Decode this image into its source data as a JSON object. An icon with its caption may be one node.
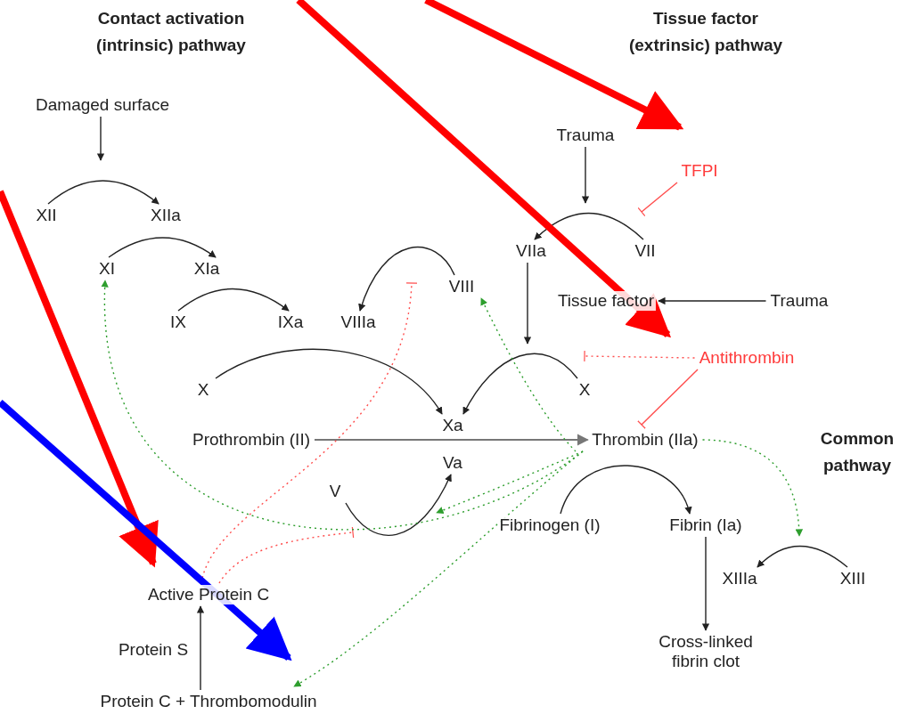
{
  "diagram": {
    "nodes": [
      {
        "text": [
          "Damaged surface"
        ]
      },
      {
        "text": [
          "XII"
        ]
      },
      {
        "text": [
          "XIIa"
        ]
      },
      {
        "text": [
          "XI"
        ]
      },
      {
        "text": [
          "XIa"
        ]
      },
      {
        "text": [
          "IX"
        ]
      },
      {
        "text": [
          "IXa"
        ]
      },
      {
        "text": [
          "VIIIa"
        ]
      },
      {
        "text": [
          "VIII"
        ]
      },
      {
        "text": [
          "Trauma"
        ]
      },
      {
        "text": [
          "TFPI"
        ]
      },
      {
        "text": [
          "VIIa"
        ]
      },
      {
        "text": [
          "VII"
        ]
      },
      {
        "text": [
          "Tissue factor"
        ]
      },
      {
        "text": [
          "Trauma"
        ]
      },
      {
        "text": [
          "Antithrombin"
        ]
      },
      {
        "text": [
          "X"
        ]
      },
      {
        "text": [
          "X"
        ]
      },
      {
        "text": [
          "Xa"
        ]
      },
      {
        "text": [
          "Prothrombin (II)"
        ]
      },
      {
        "text": [
          "Thrombin (IIa)"
        ]
      },
      {
        "text": [
          "Va"
        ]
      },
      {
        "text": [
          "V"
        ]
      },
      {
        "text": [
          "Fibrinogen (I)"
        ]
      },
      {
        "text": [
          "Fibrin (Ia)"
        ]
      },
      {
        "text": [
          "XIIIa"
        ]
      },
      {
        "text": [
          "XIII"
        ]
      },
      {
        "text": [
          "Cross-linked fibrin clot"
        ]
      },
      {
        "text": [
          "Active Protein C"
        ]
      },
      {
        "text": [
          "Protein C + Thrombomodulin"
        ]
      }
    ],
    "edges": [
      {
        "from": 0,
        "to": null,
        "arrow": "to"
      },
      {
        "from": 1,
        "to": 2,
        "arrow": "to"
      },
      {
        "from": 3,
        "to": 4,
        "arrow": "to"
      },
      {
        "from": 5,
        "to": 6,
        "arrow": "to"
      },
      {
        "from": 8,
        "to": 7,
        "arrow": "to"
      },
      {
        "from": 9,
        "to": null,
        "arrow": "to"
      },
      {
        "from": 12,
        "to": 11,
        "arrow": "to"
      },
      {
        "from": 10,
        "to": null,
        "arrow": "other",
        "color": "#ff4d4d"
      },
      {
        "from": 14,
        "to": 13,
        "arrow": "to"
      },
      {
        "from": 11,
        "to": null,
        "arrow": "to"
      },
      {
        "from": 15,
        "to": null,
        "arrow": "other",
        "style": "dashed",
        "color": "#ff4d4d"
      },
      {
        "from": 15,
        "to": 20,
        "arrow": "other",
        "color": "#ff4d4d"
      },
      {
        "from": 16,
        "to": 18,
        "arrow": "to"
      },
      {
        "from": 17,
        "to": 18,
        "arrow": "to"
      },
      {
        "from": 19,
        "to": 20,
        "arrow": "to",
        "color": "#777777"
      },
      {
        "from": 22,
        "to": 21,
        "arrow": "to"
      },
      {
        "from": 23,
        "to": 24,
        "arrow": "to"
      },
      {
        "from": 24,
        "to": 27,
        "arrow": "to"
      },
      {
        "from": 26,
        "to": 25,
        "arrow": "to"
      },
      {
        "from": 29,
        "to": 28,
        "arrow": "to"
      },
      {
        "from": 28,
        "to": null,
        "arrow": "other",
        "style": "dashed",
        "color": "#ff4d4d"
      },
      {
        "from": 28,
        "to": null,
        "arrow": "other",
        "style": "dashed",
        "color": "#ff4d4d"
      },
      {
        "from": 20,
        "to": 3,
        "arrow": "to",
        "style": "dashed",
        "color": "#2e9e2e"
      },
      {
        "from": 20,
        "to": 8,
        "arrow": "to",
        "style": "dashed",
        "color": "#2e9e2e"
      },
      {
        "from": 20,
        "to": null,
        "arrow": "to",
        "style": "dashed",
        "color": "#2e9e2e"
      },
      {
        "from": 20,
        "to": 29,
        "arrow": "to",
        "style": "dashed",
        "color": "#2e9e2e"
      },
      {
        "from": 20,
        "to": null,
        "arrow": "to",
        "style": "dashed",
        "color": "#2e9e2e"
      },
      {
        "from": null,
        "to": 28,
        "arrow": "to",
        "style": "thick",
        "color": "#ff0000"
      },
      {
        "from": null,
        "to": 10,
        "arrow": "to",
        "style": "thick",
        "color": "#ff0000"
      },
      {
        "from": null,
        "to": 15,
        "arrow": "to",
        "style": "thick",
        "color": "#ff0000"
      },
      {
        "from": null,
        "to": 29,
        "arrow": "to",
        "style": "thick",
        "color": "#0000ff"
      }
    ],
    "labels": [
      "Contact activation (intrinsic) pathway",
      "Tissue factor (extrinsic) pathway",
      "Common pathway",
      "Protein S"
    ]
  }
}
